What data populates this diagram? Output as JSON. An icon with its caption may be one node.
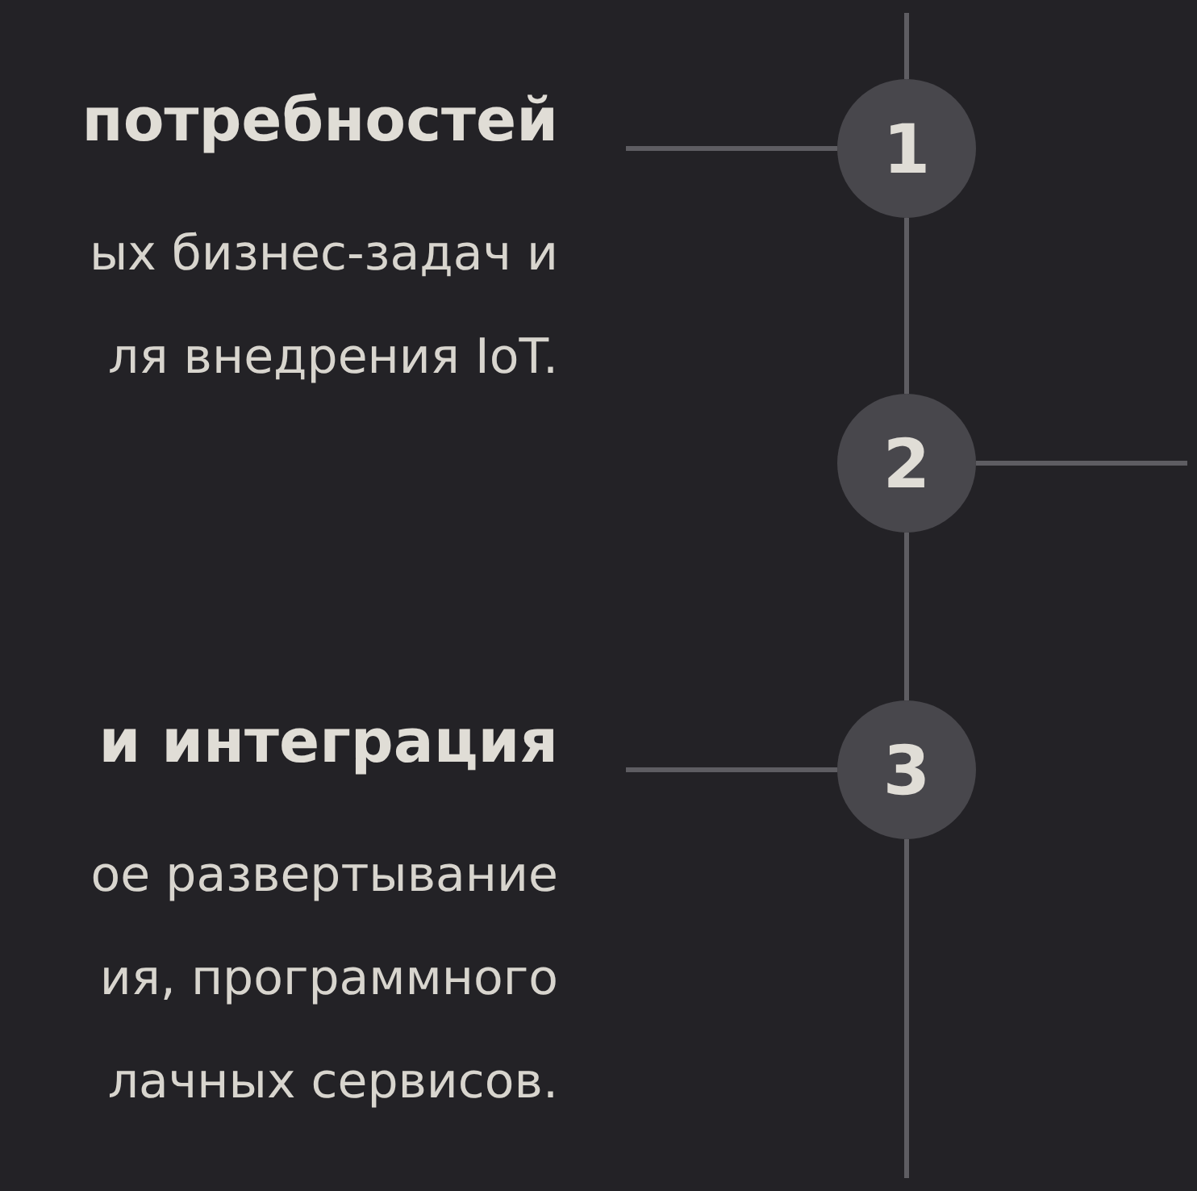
{
  "diagram": {
    "nodes": [
      {
        "text": [
          "1"
        ]
      },
      {
        "text": [
          "2"
        ]
      },
      {
        "text": [
          "3"
        ]
      },
      {
        "text": [
          "потребностей",
          "ых бизнес-задач и ля внедрения IoT."
        ]
      },
      {
        "text": [
          "и интеграция",
          "ое развертывание ия, программного лачных сервисов."
        ]
      }
    ],
    "edges": [
      {
        "from": null,
        "to": 0,
        "arrow": "none"
      },
      {
        "from": 0,
        "to": 1,
        "arrow": "none"
      },
      {
        "from": 1,
        "to": 2,
        "arrow": "none"
      },
      {
        "from": 2,
        "to": null,
        "arrow": "none"
      },
      {
        "from": 3,
        "to": 0,
        "arrow": "none"
      },
      {
        "from": 1,
        "to": null,
        "arrow": "none"
      },
      {
        "from": 4,
        "to": 2,
        "arrow": "none"
      }
    ]
  }
}
